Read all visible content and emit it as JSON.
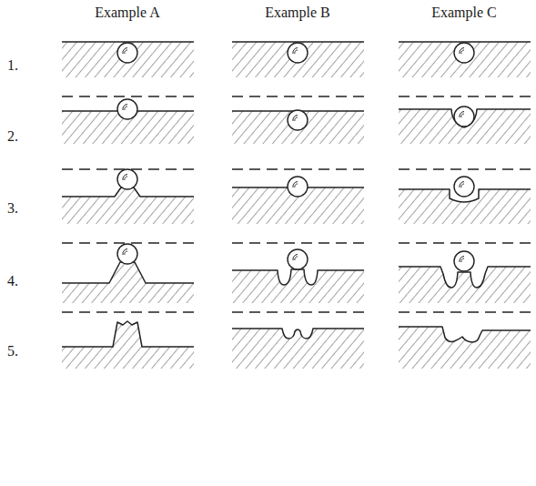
{
  "diagram": {
    "labels": [
      "Example A",
      "Example B",
      "Example C",
      "1.",
      "2.",
      "3.",
      "4.",
      "5."
    ]
  }
}
